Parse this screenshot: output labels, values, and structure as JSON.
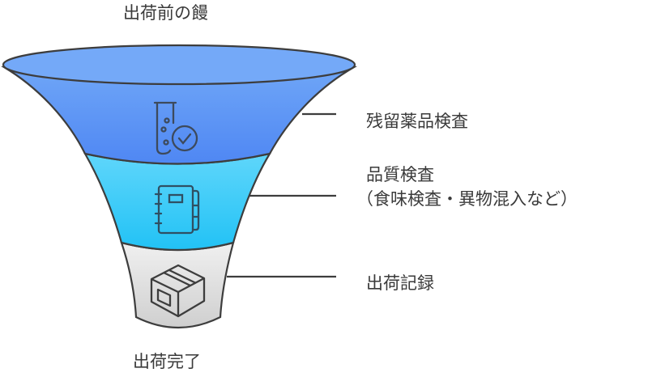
{
  "title": "出荷前の饅",
  "bottom_label": "出荷完了",
  "stages": [
    {
      "label": "残留薬品検査",
      "icon": "test-tube-check-icon",
      "color_top": "#6fa6f7",
      "color_bottom": "#4f87f3"
    },
    {
      "label": "品質検査",
      "sublabel": "（食味検査・異物混入など）",
      "icon": "notebook-icon",
      "color_top": "#5fd6fb",
      "color_bottom": "#22c2f5"
    },
    {
      "label": "出荷記録",
      "icon": "box-icon",
      "color_top": "#f0f0f0",
      "color_bottom": "#cfcfcf"
    }
  ]
}
